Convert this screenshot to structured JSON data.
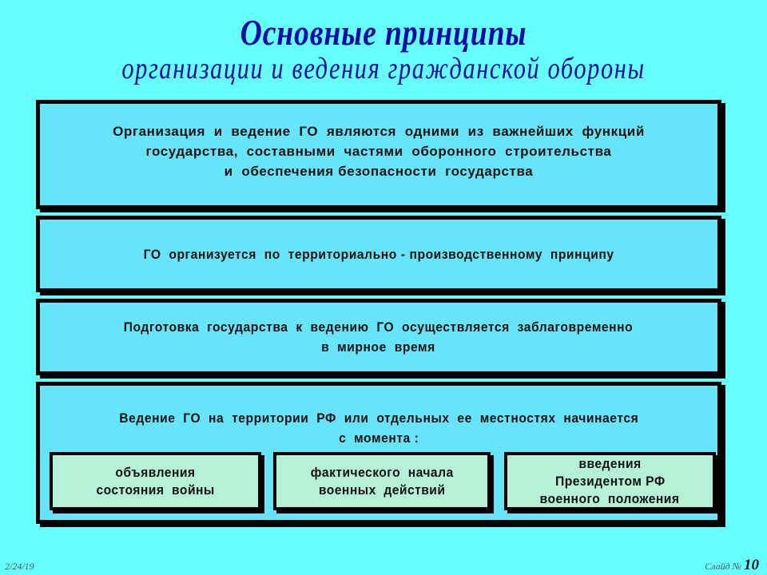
{
  "slide": {
    "title": "Основные  принципы",
    "subtitle": "организации  и  ведения  гражданской  обороны",
    "background_color": "#66FFFF",
    "title_color": "#0A0AAA",
    "box_color": "#66E5FA",
    "moment_box_color": "#B5F1D5"
  },
  "principles": [
    {
      "lines": [
        "Организация  и  ведение  ГО  являются  одними  из  важнейших  функций",
        "государства,  составными  частями  оборонного  строительства",
        "и  обеспечения безопасности  государства"
      ]
    },
    {
      "lines": [
        "ГО  организуется  по  территориально - производственному  принципу"
      ]
    },
    {
      "lines": [
        "Подготовка  государства  к  ведению  ГО  осуществляется  заблаговременно",
        "в  мирное  время"
      ]
    },
    {
      "lines": [
        "Ведение  ГО  на  территории  РФ  или  отдельных  ее  местностях  начинается",
        "с  момента :"
      ],
      "moments": [
        {
          "lines": [
            "объявления",
            "состояния  войны"
          ]
        },
        {
          "lines": [
            "фактического  начала",
            "военных  действий"
          ]
        },
        {
          "lines": [
            "введения",
            "Президентом РФ",
            "военного  положения"
          ]
        }
      ]
    }
  ],
  "footer": {
    "date": "2/24/19",
    "slide_label": "Слайд  №",
    "slide_number": "10"
  }
}
